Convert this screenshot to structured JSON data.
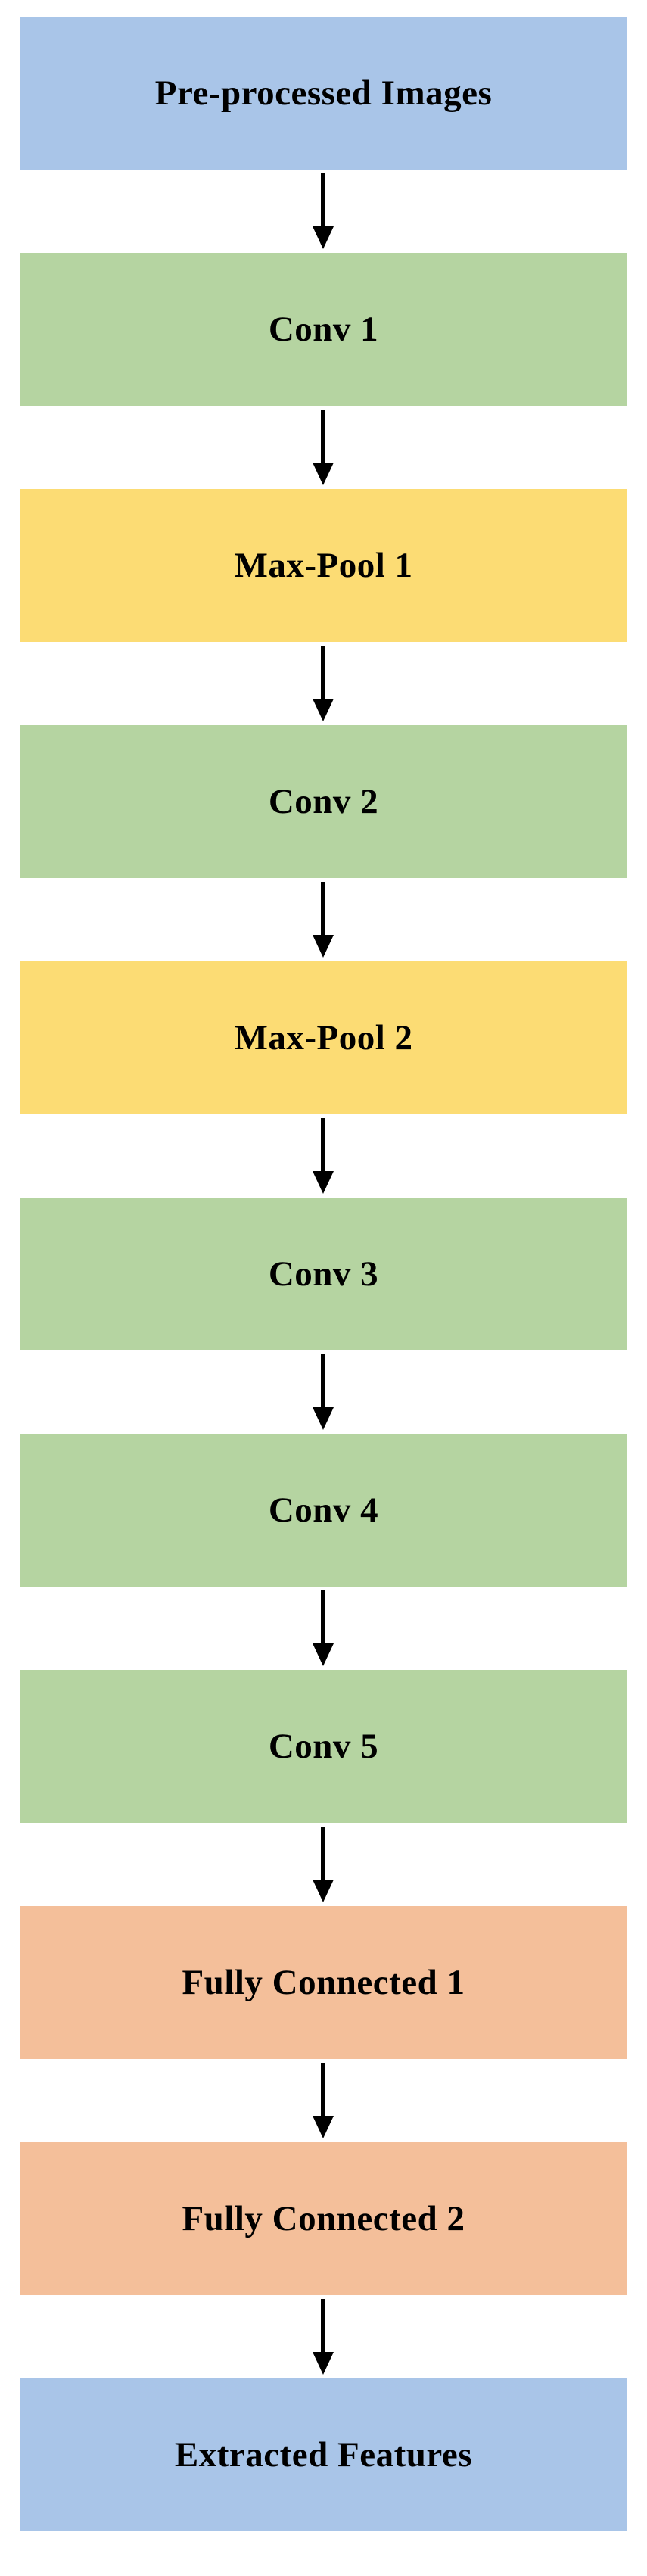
{
  "colors": {
    "input_output": "#a9c5e8",
    "conv": "#b5d4a1",
    "pool": "#fcdc74",
    "fully_connected": "#f4bf9a",
    "arrow": "#000000"
  },
  "stages": [
    {
      "label": "Pre-processed Images",
      "kind": "input_output"
    },
    {
      "label": "Conv 1",
      "kind": "conv"
    },
    {
      "label": "Max-Pool 1",
      "kind": "pool"
    },
    {
      "label": "Conv 2",
      "kind": "conv"
    },
    {
      "label": "Max-Pool 2",
      "kind": "pool"
    },
    {
      "label": "Conv 3",
      "kind": "conv"
    },
    {
      "label": "Conv 4",
      "kind": "conv"
    },
    {
      "label": "Conv 5",
      "kind": "conv"
    },
    {
      "label": "Fully Connected 1",
      "kind": "fully_connected"
    },
    {
      "label": "Fully Connected 2",
      "kind": "fully_connected"
    },
    {
      "label": "Extracted Features",
      "kind": "input_output"
    }
  ]
}
